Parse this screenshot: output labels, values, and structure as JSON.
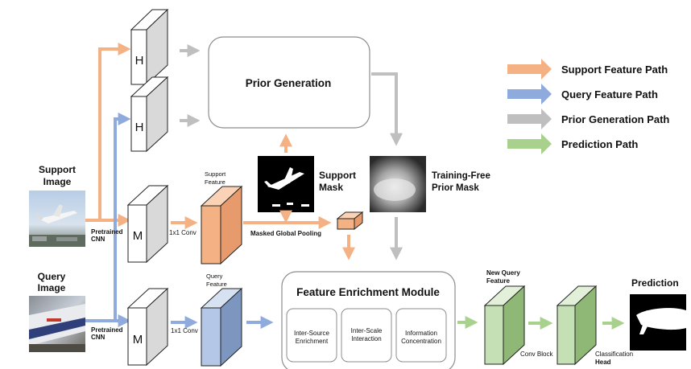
{
  "inputs": {
    "support": {
      "title_line1": "Support",
      "title_line2": "Image"
    },
    "query": {
      "title_line1": "Query",
      "title_line2": "Image"
    }
  },
  "backbone": {
    "high_label": "H",
    "mid_label": "M",
    "pretrained_line1": "Pretrained",
    "pretrained_line2": "CNN",
    "conv1x1": "1x1 Conv"
  },
  "support_feature": {
    "line1": "Support",
    "line2": "Feature"
  },
  "query_feature": {
    "line1": "Query",
    "line2": "Feature"
  },
  "prior_generation": {
    "title": "Prior Generation"
  },
  "support_mask": {
    "line1": "Support",
    "line2": "Mask"
  },
  "prior_mask": {
    "line1": "Training-Free",
    "line2": "Prior Mask"
  },
  "masked_pooling": "Masked Global Pooling",
  "fem": {
    "title": "Feature Enrichment Module",
    "blocks": [
      {
        "line1": "Inter-Source",
        "line2": "Enrichment"
      },
      {
        "line1": "Inter-Scale",
        "line2": "Interaction"
      },
      {
        "line1": "Information",
        "line2": "Concentration"
      }
    ]
  },
  "new_query_feature": {
    "line1": "New Query",
    "line2": "Feature"
  },
  "conv_block": "Conv Block",
  "classification_head": {
    "line1": "Classification",
    "line2": "Head"
  },
  "prediction": "Prediction",
  "legend": [
    {
      "label": "Support Feature Path",
      "color": "#f4b183"
    },
    {
      "label": "Query Feature Path",
      "color": "#8faadc"
    },
    {
      "label": "Prior Generation Path",
      "color": "#bfbfbf"
    },
    {
      "label": "Prediction Path",
      "color": "#a9d18e"
    }
  ],
  "colors": {
    "support": "#f4b183",
    "query": "#8faadc",
    "prior": "#bfbfbf",
    "prediction": "#a9d18e",
    "support_cube": "#f4b183",
    "query_cube": "#b4c7e7",
    "pred_cube": "#c5e0b4"
  }
}
